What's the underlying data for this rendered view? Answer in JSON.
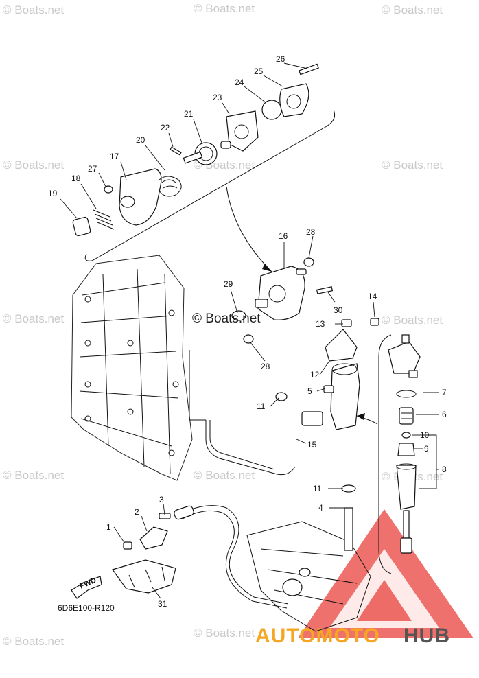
{
  "watermark_text": "© Boats.net",
  "diagram_code": "6D6E100-R120",
  "fwd_label": "FWD",
  "brand": {
    "part1": "AUTOMOTO",
    "part2": "HUB",
    "color1": "#f5a623",
    "color2": "#555555",
    "triangle_color": "#e8413c"
  },
  "callouts": [
    "1",
    "2",
    "3",
    "4",
    "5",
    "6",
    "7",
    "8",
    "9",
    "10",
    "11",
    "11",
    "12",
    "13",
    "14",
    "15",
    "16",
    "17",
    "18",
    "19",
    "20",
    "21",
    "22",
    "23",
    "24",
    "25",
    "26",
    "27",
    "28",
    "28",
    "29",
    "30",
    "31"
  ]
}
